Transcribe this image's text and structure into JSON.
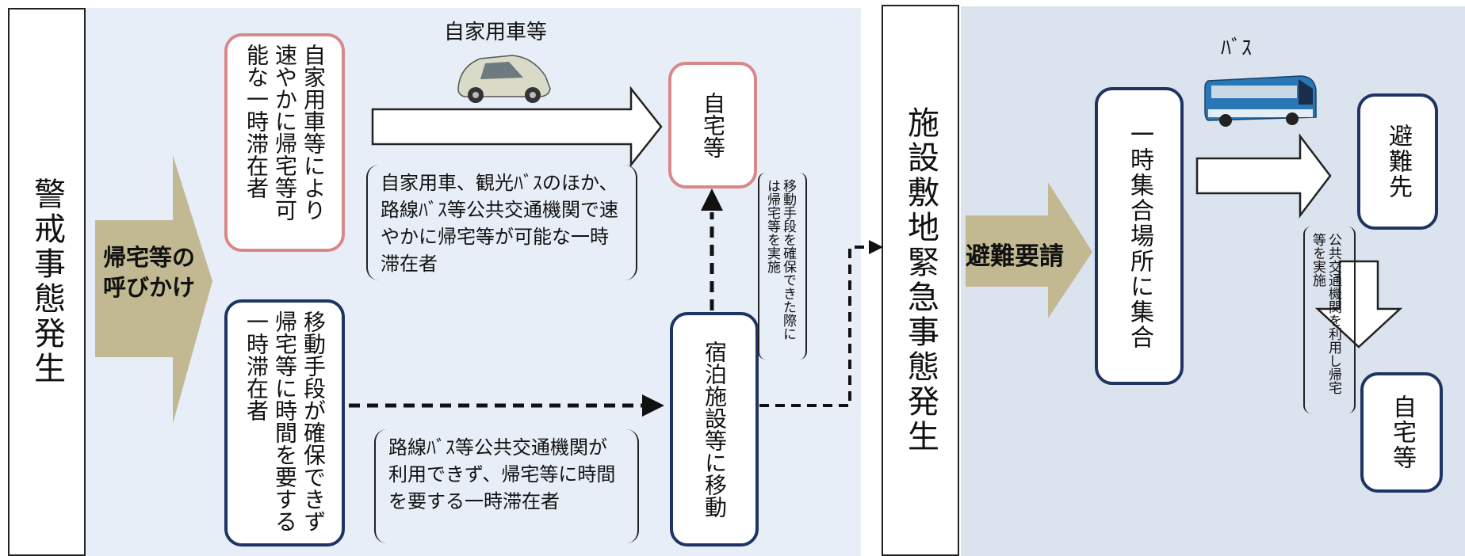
{
  "left_header": "警戒事態発生",
  "call_arrow_text": "帰宅等の呼びかけ",
  "box_quick_return": "自家用車等により速やかに帰宅等可能な一時滞在者",
  "box_need_time": "移動手段が確保できず帰宅等に時間を要する一時滞在者",
  "label_private_car": "自家用車等",
  "bracket_upper": "自家用車、観光ﾊﾞｽのほか、路線ﾊﾞｽ等公共交通機関で速やかに帰宅等が可能な一時滞在者",
  "bracket_lower": "路線ﾊﾞｽ等公共交通機関が利用できず、帰宅等に時間を要する一時滞在者",
  "box_home_left": "自宅等",
  "box_lodging": "宿泊施設等に移動",
  "note_transport": "移動手段を確保できた際には帰宅等を実施",
  "center_header": "施設敷地緊急事態発生",
  "evac_arrow_text": "避難要請",
  "box_assembly": "一時集合場所に集合",
  "label_bus": "ﾊﾞｽ",
  "box_shelter": "避難先",
  "note_public": "公共交通機関を利用し帰宅等を実施",
  "box_home_right": "自宅等",
  "colors": {
    "pink_border": "#d9888a",
    "navy_border": "#1e3563",
    "khaki_arrow": "#c2b993",
    "panel_left": "#e8eef7",
    "panel_right": "#dbe3ef"
  }
}
